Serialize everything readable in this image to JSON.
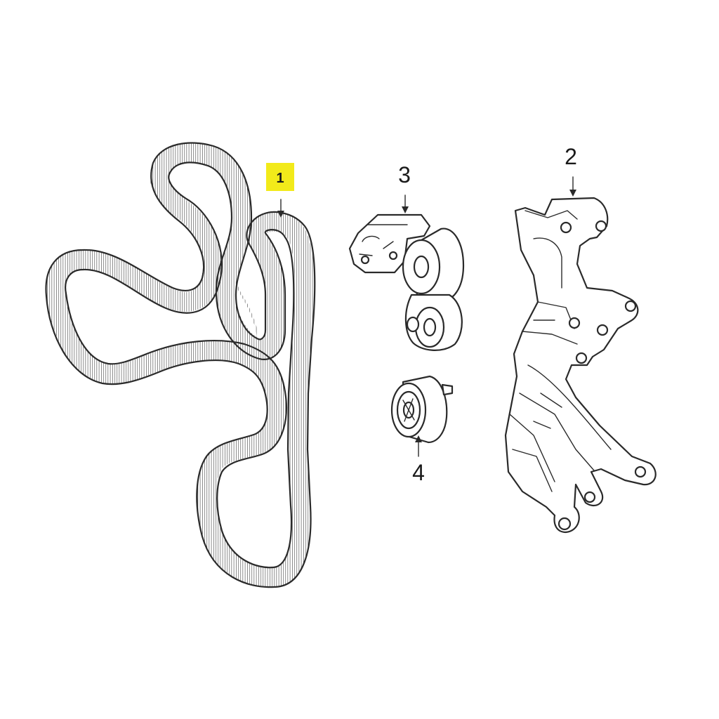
{
  "diagram": {
    "background": "#ffffff",
    "line_color": "#2a2a2a",
    "highlight_color": "#f2ea1a",
    "callouts": [
      {
        "id": "1",
        "label": "1",
        "highlighted": true
      },
      {
        "id": "2",
        "label": "2",
        "highlighted": false
      },
      {
        "id": "3",
        "label": "3",
        "highlighted": false
      },
      {
        "id": "4",
        "label": "4",
        "highlighted": false
      }
    ],
    "parts": [
      {
        "callout": "1",
        "icon": "serpentine-belt-icon"
      },
      {
        "callout": "2",
        "icon": "mounting-bracket-icon"
      },
      {
        "callout": "3",
        "icon": "belt-tensioner-icon"
      },
      {
        "callout": "4",
        "icon": "idler-pulley-icon"
      }
    ]
  }
}
